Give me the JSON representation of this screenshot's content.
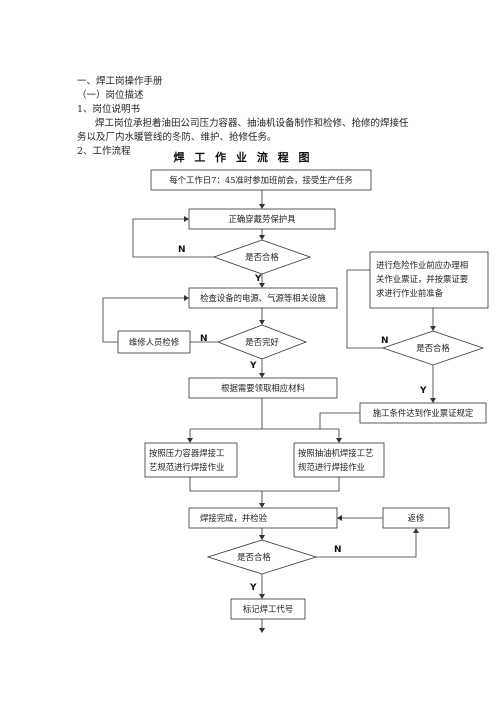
{
  "doc": {
    "heading": "一、焊工岗操作手册",
    "subheading": "（一）岗位描述",
    "item1": "1、岗位说明书",
    "para_line1": "焊工岗位承担着油田公司压力容器、抽油机设备制作和检修、抢修的焊接任",
    "para_line2": "务以及厂内水暖管线的冬防、维护、抢修任务。",
    "item2": "2、工作流程"
  },
  "flow": {
    "title": "焊 工 作 业 流 程 图",
    "start": "每个工作日7：45准时参加班前会，接受生产任务",
    "ppe": "正确穿戴劳保护具",
    "check_ok": "是否合格",
    "inspect": "检查设备的电源、气源等相关设施",
    "repair": "维修人员检修",
    "intact": "是否完好",
    "material": "根据需要领取相应材料",
    "danger_1": "进行危险作业前应办理相",
    "danger_2": "关作业票证，并按票证要",
    "danger_3": "求进行作业前准备",
    "danger_ok": "是否合格",
    "permit": "施工条件达到作业票证规定",
    "pv_1": "按照压力容器焊接工",
    "pv_2": "艺规范进行焊接作业",
    "pump_1": "按照抽油机焊接工艺",
    "pump_2": "规范进行焊接作业",
    "done": "焊接完成，并检验",
    "rework": "返修",
    "final_ok": "是否合格",
    "mark": "标记焊工代号",
    "yes": "Y",
    "no": "N"
  }
}
